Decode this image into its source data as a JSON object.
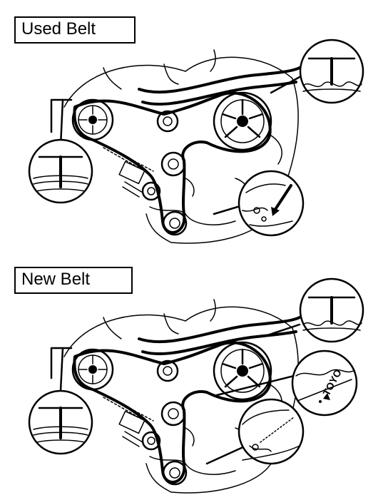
{
  "labels": {
    "used_belt": "Used Belt",
    "new_belt": "New Belt",
    "toyo_mark": "TOYO"
  }
}
